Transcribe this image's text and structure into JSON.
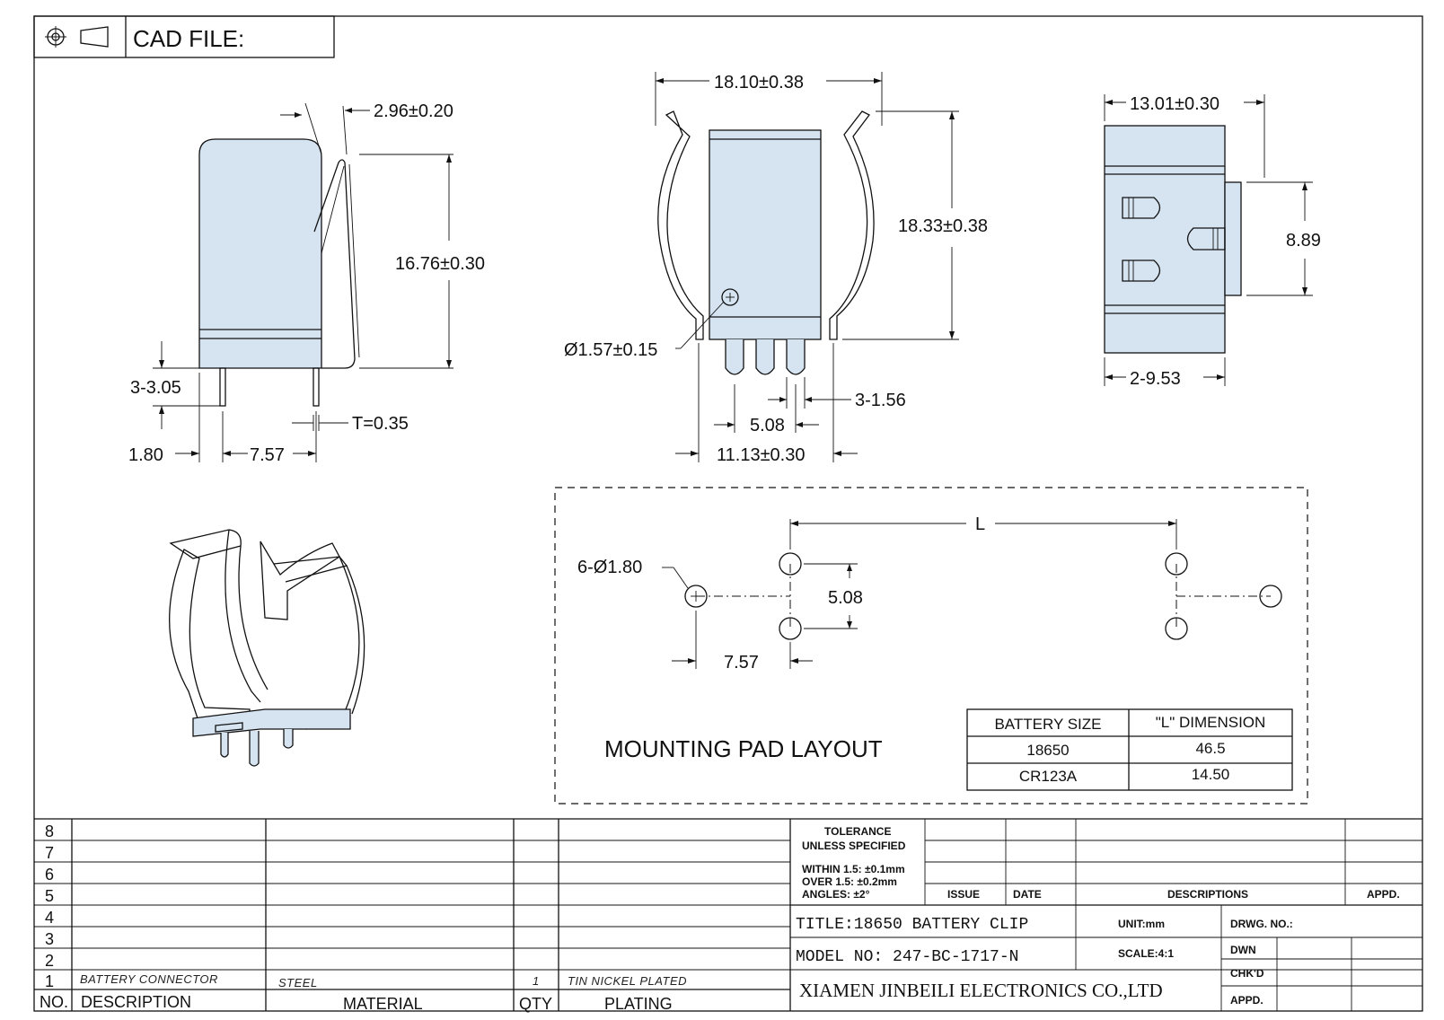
{
  "header": {
    "cad_label": "CAD FILE:"
  },
  "side_view": {
    "dim_width_top": "2.96±0.20",
    "dim_height": "16.76±0.30",
    "dim_pin_len": "3-3.05",
    "dim_thickness": "T=0.35",
    "dim_pin_offset": "1.80",
    "dim_pin_pitch": "7.57"
  },
  "front_view": {
    "dim_width": "18.10±0.38",
    "dim_height": "18.33±0.38",
    "dim_hole": "Ø1.57±0.15",
    "dim_pin_width": "3-1.56",
    "dim_pin_pitch": "5.08",
    "dim_base": "11.13±0.30"
  },
  "top_view": {
    "dim_width": "13.01±0.30",
    "dim_tab": "8.89",
    "dim_slot": "2-9.53"
  },
  "pad_layout": {
    "title": "MOUNTING PAD LAYOUT",
    "dim_holes": "6-Ø1.80",
    "dim_pitch": "5.08",
    "dim_offset": "7.57",
    "dim_L": "L",
    "table": {
      "headers": [
        "BATTERY SIZE",
        "\"L\" DIMENSION"
      ],
      "rows": [
        [
          "18650",
          "46.5"
        ],
        [
          "CR123A",
          "14.50"
        ]
      ]
    }
  },
  "bom": {
    "row_numbers": [
      "8",
      "7",
      "6",
      "5",
      "4",
      "3",
      "2",
      "1"
    ],
    "headers": {
      "no": "NO.",
      "description": "DESCRIPTION",
      "material": "MATERIAL",
      "qty": "QTY",
      "plating": "PLATING"
    },
    "row1": {
      "description": "BATTERY CONNECTOR",
      "material": "STEEL",
      "qty": "1",
      "plating": "TIN NICKEL PLATED"
    }
  },
  "title_block": {
    "tolerance_l1": "TOLERANCE",
    "tolerance_l2": "UNLESS SPECIFIED",
    "within": "WITHIN 1.5: ±0.1mm",
    "over": "OVER 1.5:  ±0.2mm",
    "angles": "ANGLES: ±2°",
    "issue": "ISSUE",
    "date": "DATE",
    "descriptions": "DESCRIPTIONS",
    "appd_top": "APPD.",
    "title": "TITLE:18650 BATTERY CLIP",
    "unit": "UNIT:mm",
    "drwg_no": "DRWG. NO.:",
    "model": "MODEL NO: 247-BC-1717-N",
    "scale": "SCALE:4:1",
    "dwn": "DWN",
    "chkd": "CHK'D",
    "appd": "APPD.",
    "company": "XIAMEN JINBEILI ELECTRONICS CO.,LTD"
  }
}
